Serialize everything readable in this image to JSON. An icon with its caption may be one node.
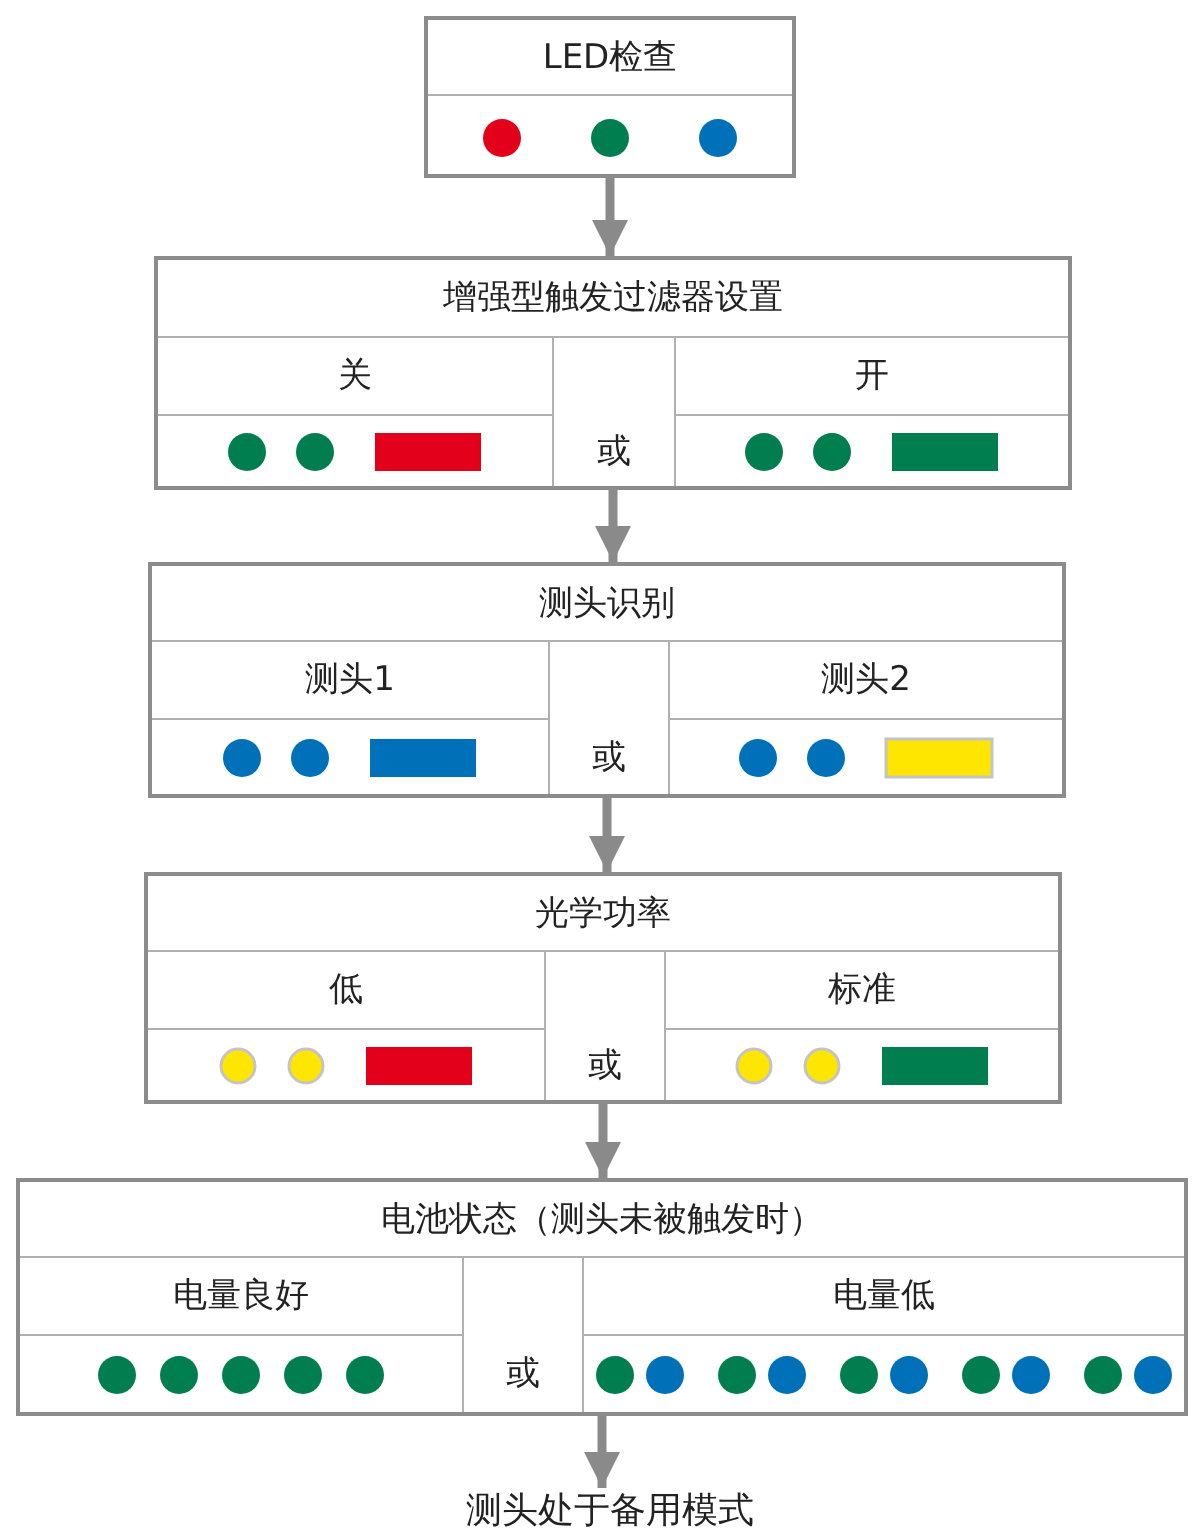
{
  "diagram": {
    "nodes": [
      {
        "text": [
          "LED检查"
        ]
      },
      {
        "text": [
          "增强型触发过滤器设置"
        ]
      },
      {
        "text": [
          "关"
        ],
        "in": 1
      },
      {
        "text": [
          "或"
        ],
        "in": 1
      },
      {
        "text": [
          "开"
        ],
        "in": 1
      },
      {
        "text": [
          "测头识别"
        ]
      },
      {
        "text": [
          "测头1"
        ],
        "in": 5
      },
      {
        "text": [
          "或"
        ],
        "in": 5
      },
      {
        "text": [
          "测头2"
        ],
        "in": 5
      },
      {
        "text": [
          "光学功率"
        ]
      },
      {
        "text": [
          "低"
        ],
        "in": 9
      },
      {
        "text": [
          "或"
        ],
        "in": 9
      },
      {
        "text": [
          "标准"
        ],
        "in": 9
      },
      {
        "text": [
          "电池状态（测头未被触发时）"
        ]
      },
      {
        "text": [
          "电量良好"
        ],
        "in": 13
      },
      {
        "text": [
          "或"
        ],
        "in": 13
      },
      {
        "text": [
          "电量低"
        ],
        "in": 13
      },
      {
        "text": [
          "测头处于备用模式"
        ]
      }
    ],
    "edges": [
      {
        "from": 0,
        "to": 1,
        "arrow": "to"
      },
      {
        "from": 1,
        "to": 5,
        "arrow": "to"
      },
      {
        "from": 5,
        "to": 9,
        "arrow": "to"
      },
      {
        "from": 9,
        "to": 13,
        "arrow": "to"
      },
      {
        "from": 13,
        "to": 17,
        "arrow": "to"
      }
    ]
  }
}
